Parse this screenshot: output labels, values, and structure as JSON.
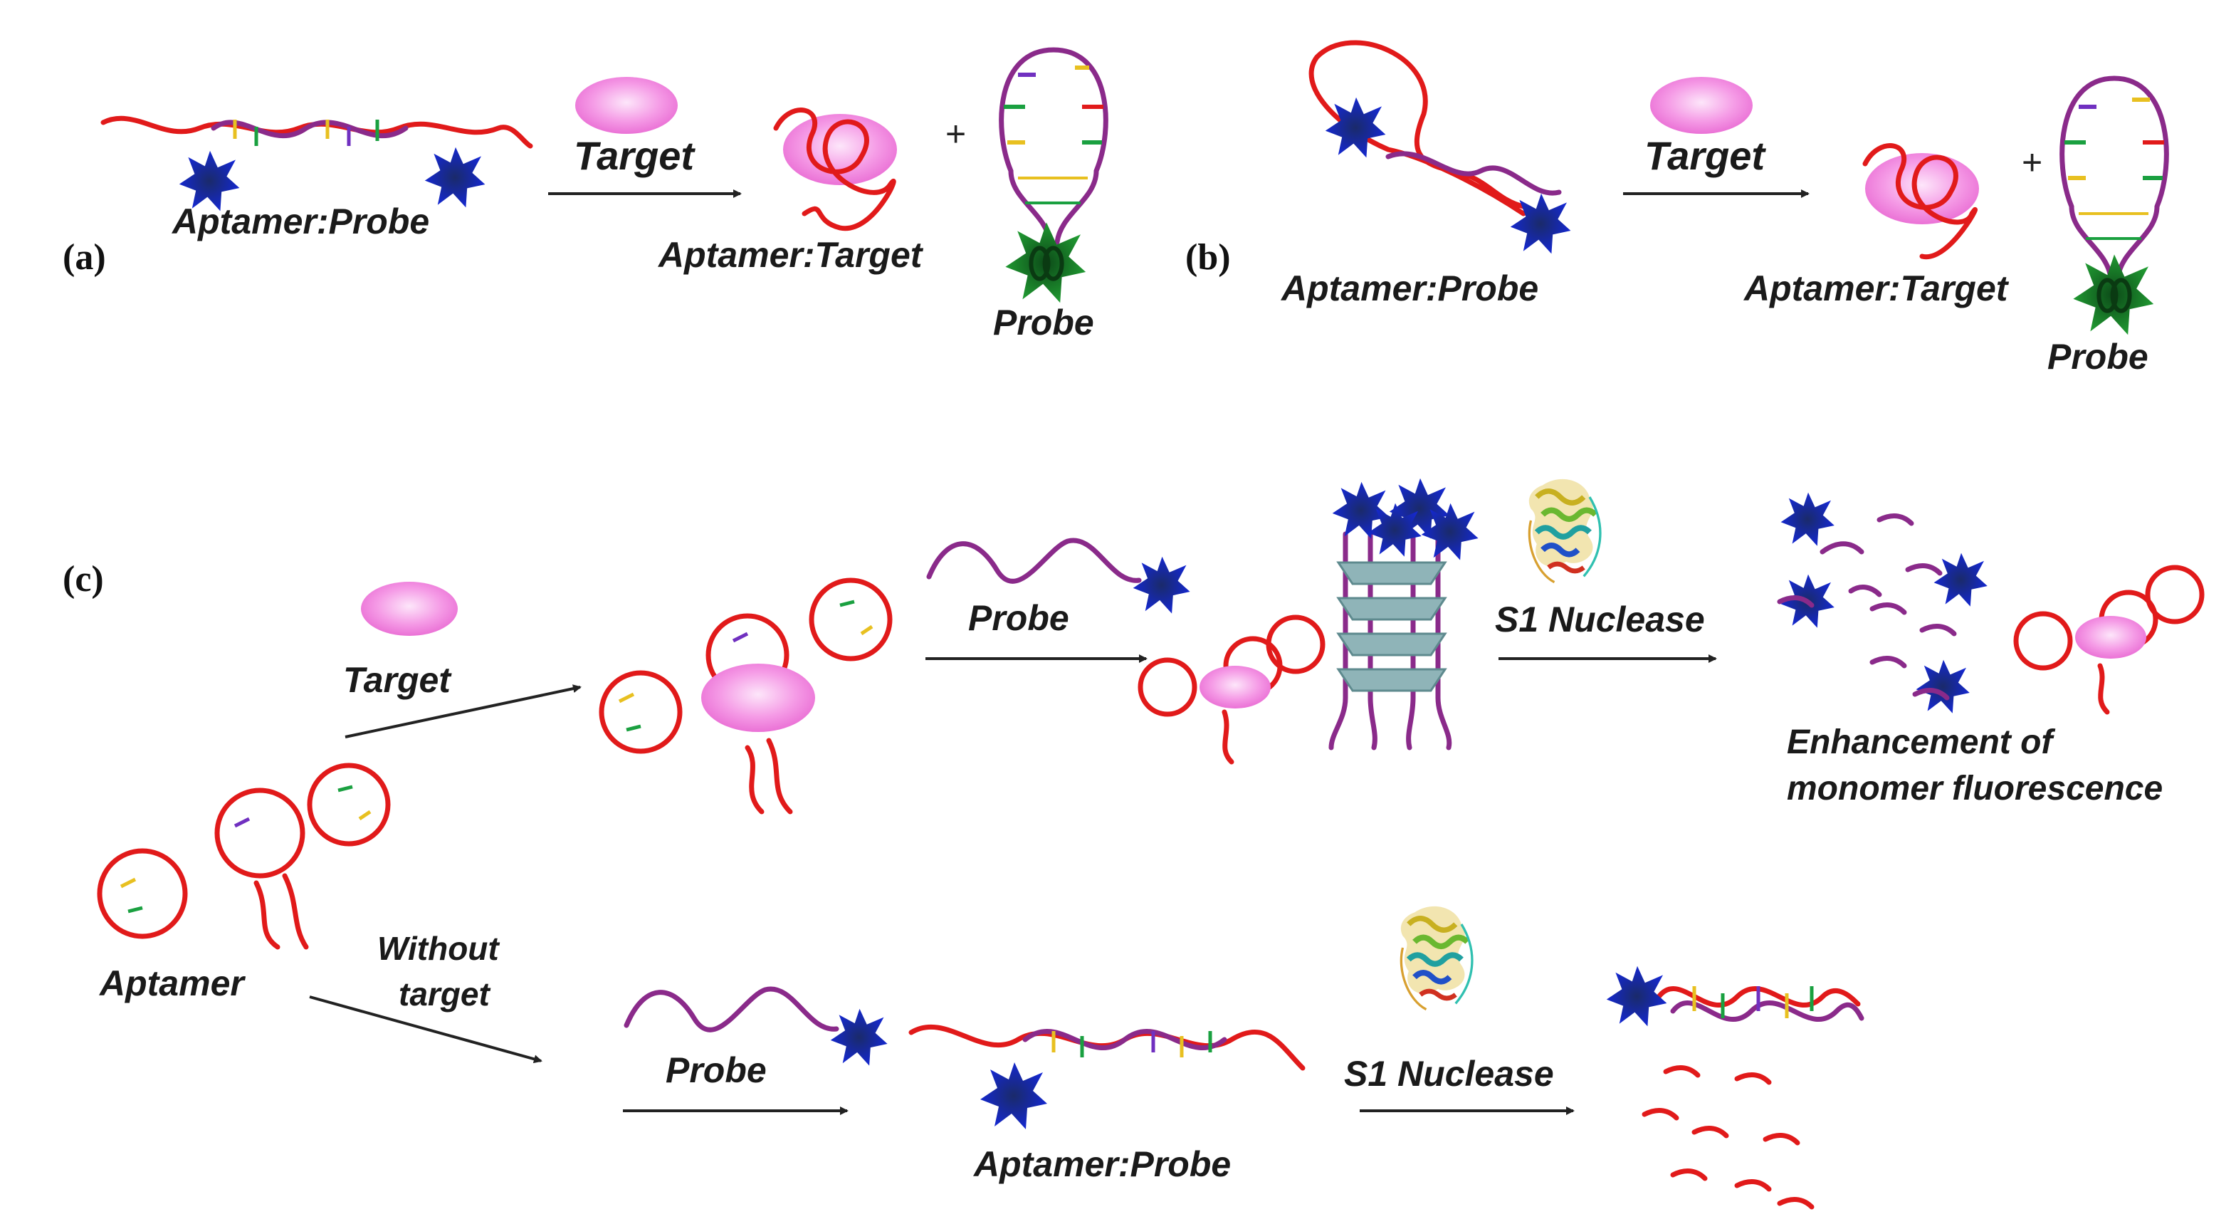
{
  "panels": {
    "a": "(a)",
    "b": "(b)",
    "c": "(c)"
  },
  "labels": {
    "a_complex": "Aptamer:Probe",
    "a_target": "Target",
    "a_result": "Aptamer:Target",
    "a_probe": "Probe",
    "b_complex": "Aptamer:Probe",
    "b_target": "Target",
    "b_result": "Aptamer:Target",
    "b_probe": "Probe",
    "c_target": "Target",
    "c_probe_top": "Probe",
    "c_nuclease_top": "S1 Nuclease",
    "c_enh_1": "Enhancement of",
    "c_enh_2": "monomer fluorescence",
    "c_aptamer": "Aptamer",
    "c_without_1": "Without",
    "c_without_2": "target",
    "c_probe_bottom": "Probe",
    "c_nuclease_bottom": "S1 Nuclease",
    "c_complex_bottom": "Aptamer:Probe"
  },
  "plus_sign": "+",
  "colors": {
    "aptamer": "#e11a1a",
    "probe": "#8a2a8a",
    "target": "#f08de0",
    "blue_fluorophore": "#1020c0",
    "green_fluorophore": "#1a8a2a",
    "quadruplex": "#8fb4b8"
  },
  "icons": [
    "target-ellipse",
    "blue-star-fluorophore",
    "green-star-fluorophore",
    "s1-nuclease-protein",
    "g-quadruplex",
    "arrow"
  ]
}
